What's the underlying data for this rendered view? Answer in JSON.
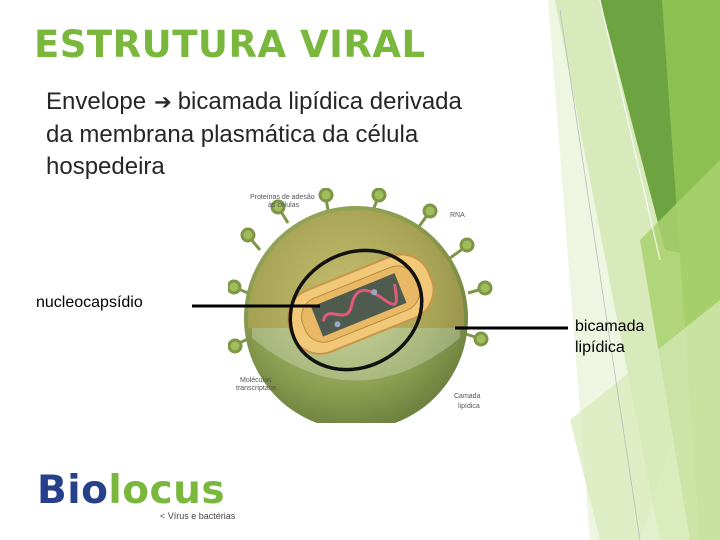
{
  "slide": {
    "title": "ESTRUTURA VIRAL",
    "body_lines": [
      "Envelope",
      "bicamada lipídica derivada",
      "da membrana plasmática da célula",
      "hospedeira"
    ],
    "arrow_icon": "arrow-right-icon",
    "labels": {
      "nucleocapsid": "nucleocapsídio",
      "lipid_bilayer_line1": "bicamada",
      "lipid_bilayer_line2": "lipídica"
    },
    "figure_labels": {
      "proteins_line1": "Proteínas de adesão",
      "proteins_line2": "às células",
      "rna": "RNA",
      "molecules_line1": "Moléculas",
      "molecules_line2": "transcriptase",
      "layer_line1": "Camada",
      "layer_line2": "lipídica"
    },
    "logo": {
      "part1": "Bio",
      "part2": "locus"
    },
    "footer": "< Vírus e bactérias"
  },
  "colors": {
    "title": "#79b73d",
    "logo_blue": "#27408b",
    "logo_green": "#79b73d",
    "deco_dark": "#6ea341",
    "deco_light": "#a9d16e"
  }
}
